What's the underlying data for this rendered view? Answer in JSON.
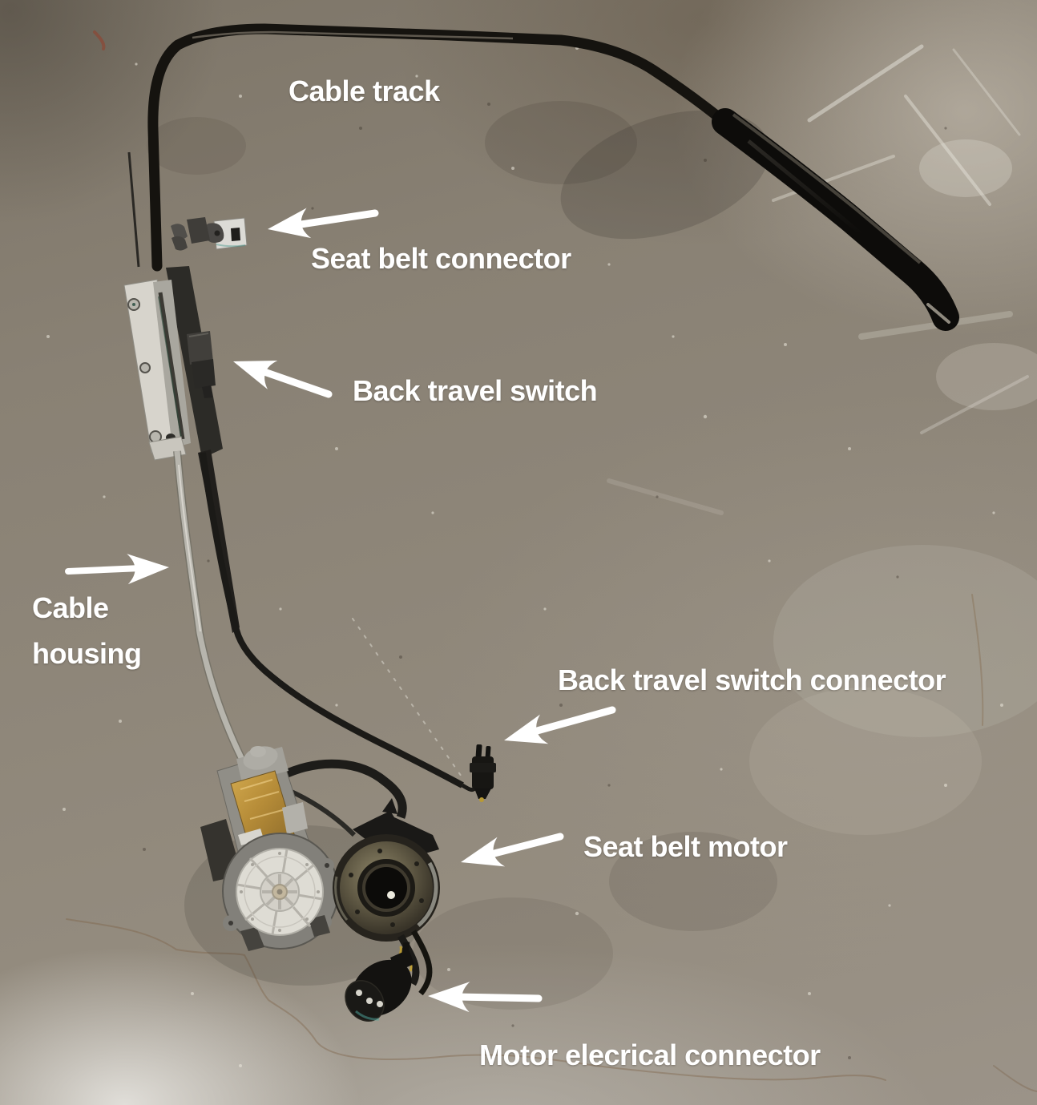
{
  "figure": {
    "type": "annotated-photo",
    "subject": "Automatic seat belt mechanism parts on concrete floor"
  },
  "colors": {
    "annotation_text": "#ffffff",
    "annotation_arrow": "#ffffff",
    "cable_track": "#15130f",
    "cable_housing": "#b7b5ad",
    "floor_mid": "#8d8578"
  },
  "annotations": {
    "cable_track": {
      "label": "Cable track"
    },
    "seat_belt_connector": {
      "label": "Seat belt connector"
    },
    "back_travel_switch": {
      "label": "Back travel switch"
    },
    "cable_housing": {
      "line1": "Cable",
      "line2": "housing"
    },
    "back_travel_switch_connector": {
      "label": "Back travel switch connector"
    },
    "seat_belt_motor": {
      "label": "Seat belt motor"
    },
    "motor_electrical_connector": {
      "label": "Motor elecrical connector"
    }
  }
}
